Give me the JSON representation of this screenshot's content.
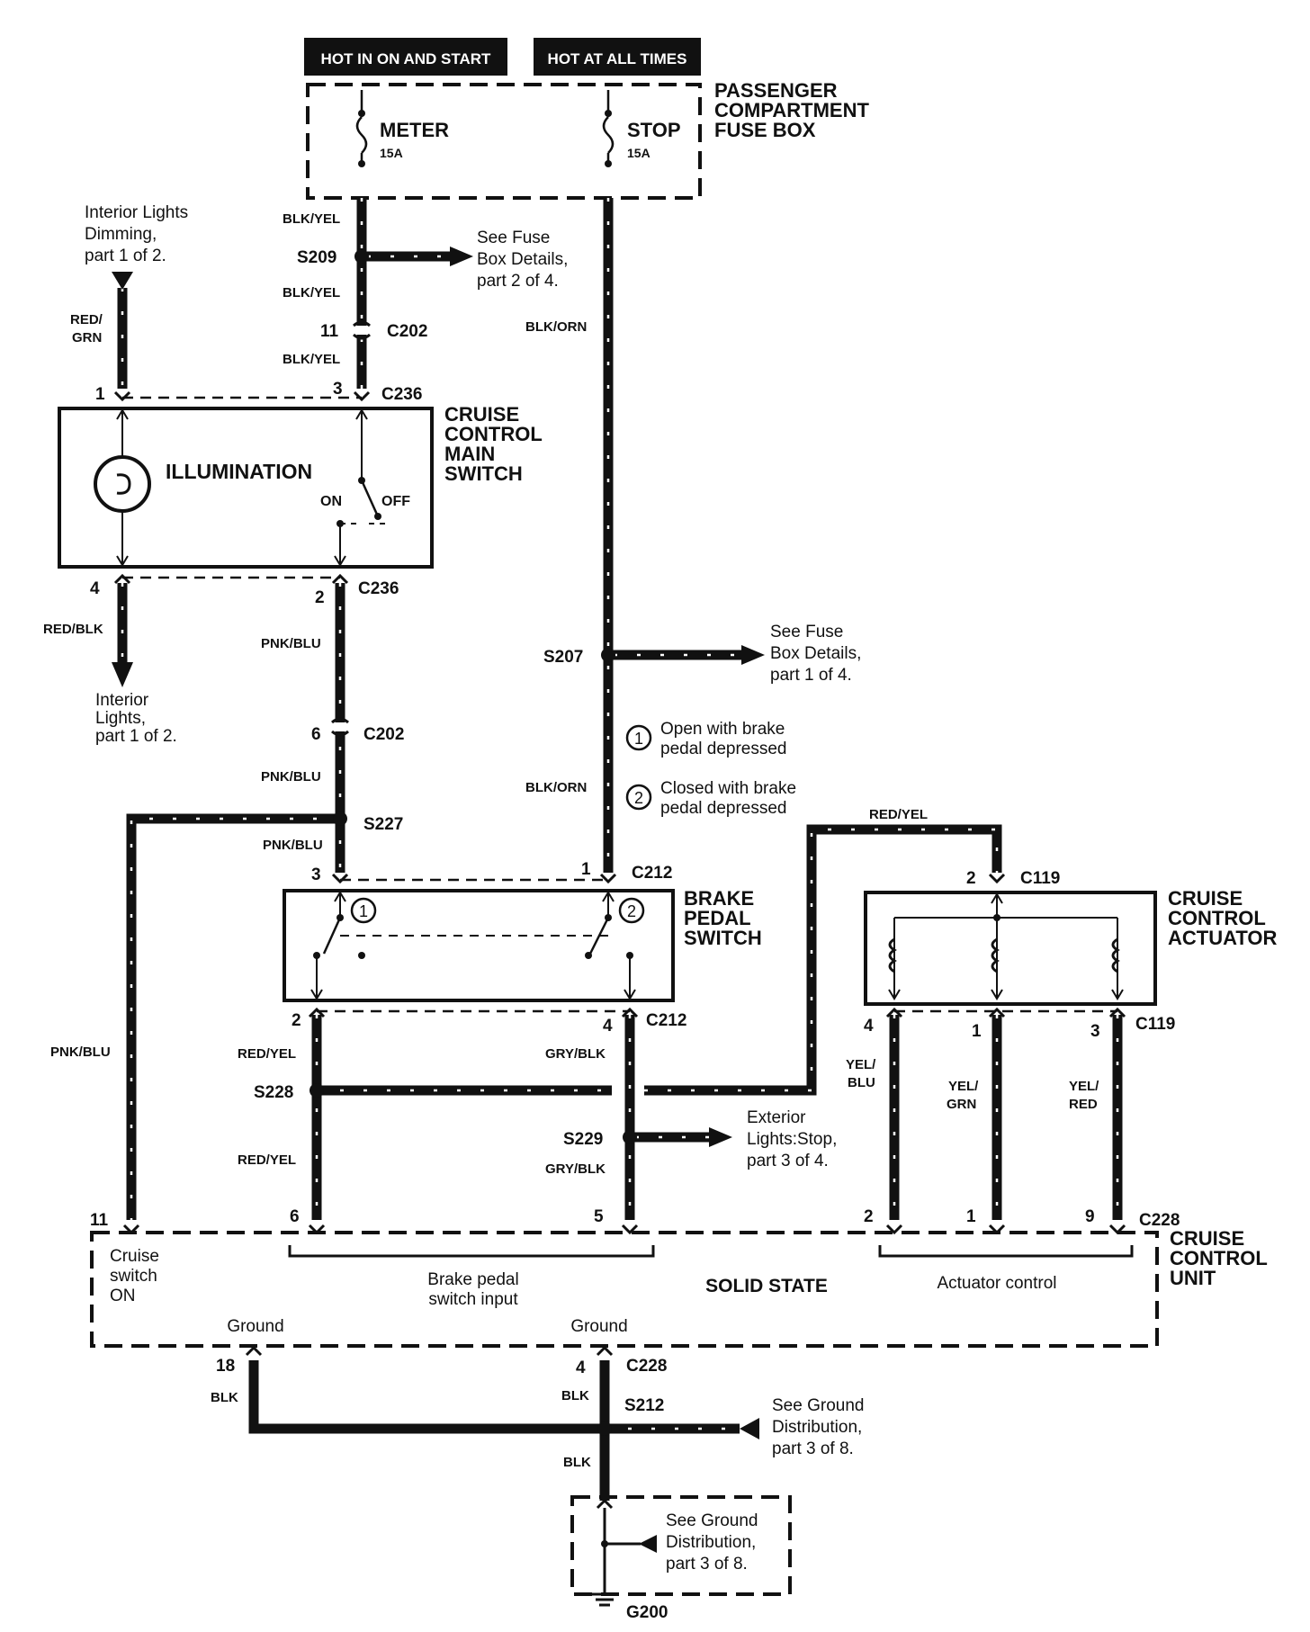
{
  "header": {
    "hot_on_start": "HOT IN ON AND START",
    "hot_all_times": "HOT AT ALL TIMES"
  },
  "fuse_box": {
    "title": [
      "PASSENGER",
      "COMPARTMENT",
      "FUSE BOX"
    ],
    "meter": {
      "name": "METER",
      "rating": "15A"
    },
    "stop": {
      "name": "STOP",
      "rating": "15A"
    }
  },
  "main_switch": {
    "title": [
      "CRUISE",
      "CONTROL",
      "MAIN",
      "SWITCH"
    ],
    "illumination": "ILLUMINATION",
    "on": "ON",
    "off": "OFF"
  },
  "brake_switch": {
    "title": [
      "BRAKE",
      "PEDAL",
      "SWITCH"
    ],
    "note1_num": "1",
    "note1": [
      "Open with brake",
      "pedal depressed"
    ],
    "note2_num": "2",
    "note2": [
      "Closed with brake",
      "pedal depressed"
    ]
  },
  "actuator": {
    "title": [
      "CRUISE",
      "CONTROL",
      "ACTUATOR"
    ]
  },
  "control_unit": {
    "title": [
      "CRUISE",
      "CONTROL",
      "UNIT"
    ],
    "cruise_switch": [
      "Cruise",
      "switch",
      "ON"
    ],
    "brake_input": [
      "Brake pedal",
      "switch input"
    ],
    "solid_state": "SOLID STATE",
    "actuator_control": "Actuator control",
    "ground1": "Ground",
    "ground2": "Ground"
  },
  "refs": {
    "interior_dimming": [
      "Interior Lights",
      "Dimming,",
      "part 1 of 2."
    ],
    "interior_lights": [
      "Interior",
      "Lights,",
      "part 1 of 2."
    ],
    "fuse_details_2": [
      "See Fuse",
      "Box Details,",
      "part 2 of 4."
    ],
    "fuse_details_1": [
      "See Fuse",
      "Box Details,",
      "part 1 of 4."
    ],
    "exterior_stop": [
      "Exterior",
      "Lights:Stop,",
      "part 3 of 4."
    ],
    "ground_dist_a": [
      "See Ground",
      "Distribution,",
      "part 3 of 8."
    ],
    "ground_dist_b": [
      "See Ground",
      "Distribution,",
      "part 3 of 8."
    ]
  },
  "splices": {
    "s209": "S209",
    "s207": "S207",
    "s227": "S227",
    "s228": "S228",
    "s229": "S229",
    "s212": "S212"
  },
  "connectors": {
    "c202a": "C202",
    "c202b": "C202",
    "c236a": "C236",
    "c236b": "C236",
    "c212a": "C212",
    "c212b": "C212",
    "c119a": "C119",
    "c119b": "C119",
    "c228a": "C228",
    "c228b": "C228",
    "g200": "G200"
  },
  "pins": {
    "p11a": "11",
    "p1a": "1",
    "p3a": "3",
    "p4a": "4",
    "p2a": "2",
    "p6a": "6",
    "p3b": "3",
    "p1b": "1",
    "p2b": "2",
    "p4b": "4",
    "p2c": "2",
    "p4c": "4",
    "p1c": "1",
    "p3c": "3",
    "p11b": "11",
    "p6b": "6",
    "p5b": "5",
    "p2d": "2",
    "p1d": "1",
    "p9d": "9",
    "p18": "18",
    "p4d": "4"
  },
  "wires": {
    "blkyel1": "BLK/YEL",
    "blkyel2": "BLK/YEL",
    "blkyel3": "BLK/YEL",
    "blkorn1": "BLK/ORN",
    "blkorn2": "BLK/ORN",
    "redgrn1": "RED/",
    "redgrn2": "GRN",
    "redblk": "RED/BLK",
    "pnkblu1": "PNK/BLU",
    "pnkblu2": "PNK/BLU",
    "pnkblu3": "PNK/BLU",
    "pnkblu4": "PNK/BLU",
    "redyel1": "RED/YEL",
    "redyel2": "RED/YEL",
    "redyel3": "RED/YEL",
    "grybl1": "GRY/BLK",
    "grybl2": "GRY/BLK",
    "yelblu1": "YEL/",
    "yelblu2": "BLU",
    "yelgrn1": "YEL/",
    "yelgrn2": "GRN",
    "yelred1": "YEL/",
    "yelred2": "RED",
    "blk1": "BLK",
    "blk2": "BLK",
    "blk3": "BLK"
  }
}
